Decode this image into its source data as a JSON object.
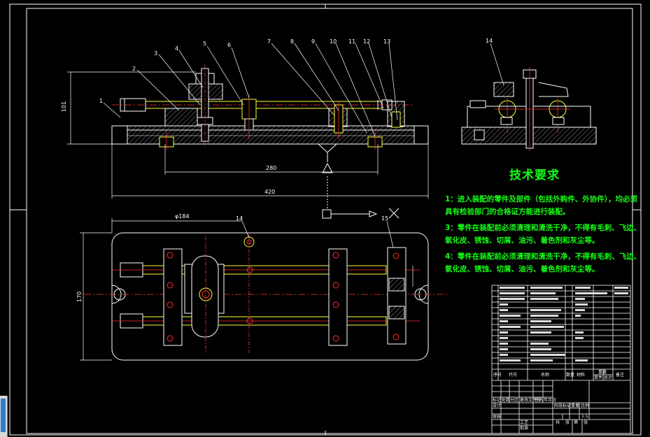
{
  "colors": {
    "background": "#000000",
    "outline": "#ffffff",
    "hatch": "#9a9a9a",
    "centerline": "#ff3030",
    "dimension": "#33ffff",
    "parts": "#ffff33",
    "notes": "#14ff14"
  },
  "part_numbers": [
    "1",
    "2",
    "3",
    "4",
    "5",
    "6",
    "7",
    "8",
    "9",
    "10",
    "11",
    "12",
    "13"
  ],
  "side_view_part": "14",
  "plan_labels": {
    "left": "14",
    "right": "15"
  },
  "dimensions": {
    "height": "101",
    "inner": "280",
    "overall": "420",
    "plan_width": "φ184",
    "plan_height": "170"
  },
  "requirements": {
    "title": "技术要求",
    "lines": [
      "1：进入装配的零件及部件（包括外购件、外协件），均必须",
      "具有检验部门的合格证方能进行装配。",
      "3：零件在装配前必须清理和清洗干净，不得有毛刺、飞边、",
      "氧化皮、锈蚀、切屑、油污、着色剂和灰尘等。",
      "4：零件在装配前必须清理和清洗干净，不得有毛刺、飞边、",
      "氧化皮、锈蚀、切屑、油污、着色剂和灰尘等。"
    ]
  },
  "title_block": {
    "header": [
      "序号",
      "代号",
      "名称",
      "数量",
      "材料",
      "单件",
      "总计",
      "备注"
    ],
    "weight_header": "重量",
    "footer": [
      "标记",
      "处数",
      "分区",
      "更改文件号",
      "签名",
      "年月日"
    ],
    "approval": [
      "设计",
      "审核",
      "工艺",
      "批准"
    ],
    "stage": [
      "阶段标记",
      "重量",
      "比例"
    ],
    "sheet": [
      "共",
      "张",
      "第",
      "张"
    ],
    "scale": "1:1"
  }
}
